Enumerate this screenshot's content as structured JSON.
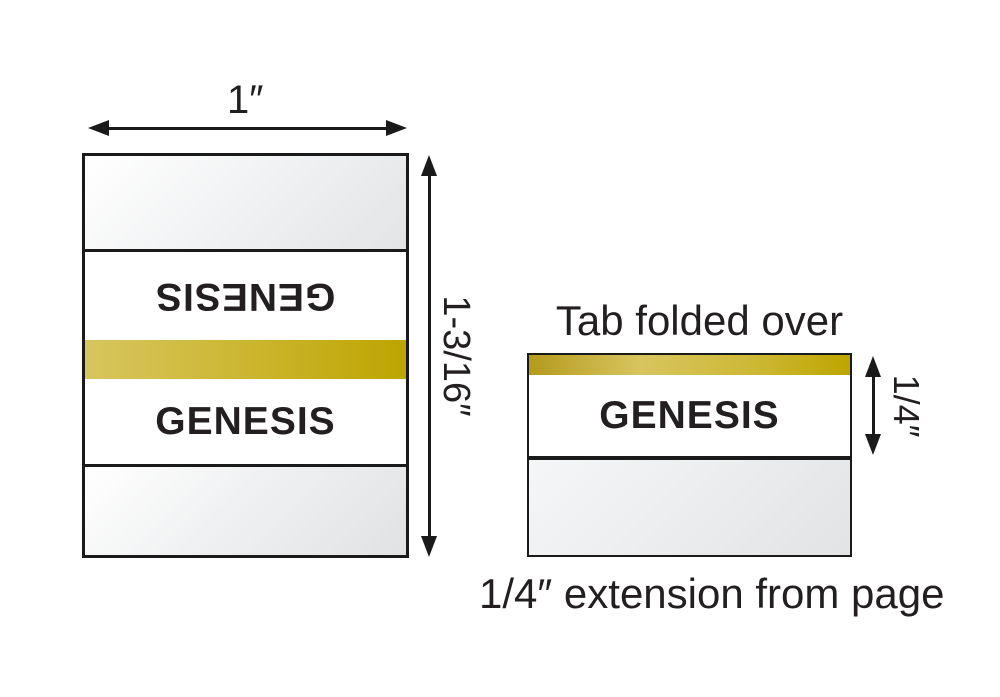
{
  "unfolded_tab": {
    "width_dimension": "1″",
    "height_dimension": "1-3/16″",
    "reversed_text": "GENESIS",
    "front_text": "GENESIS"
  },
  "folded_tab": {
    "heading": "Tab folded over",
    "front_text": "GENESIS",
    "extension_dimension": "1/4″",
    "caption": "1/4″ extension from page"
  },
  "colors": {
    "gold_gradient_start": "#d8c55e",
    "gold_gradient_end": "#bda500",
    "shade_gray": "#e2e4e6",
    "outline_black": "#1a1a1a",
    "text_black": "#231f20"
  }
}
